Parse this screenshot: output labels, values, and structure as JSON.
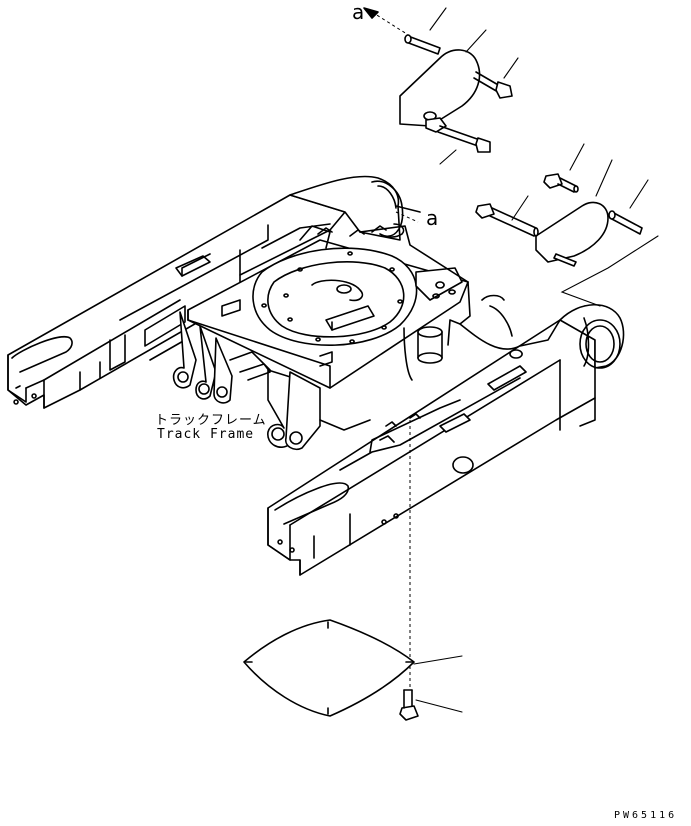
{
  "labels": {
    "part_jp": "トラックフレーム",
    "part_en": "Track Frame",
    "ref_mark_top": "a",
    "ref_mark_mid": "a",
    "drawing_number": "PW65116"
  },
  "colors": {
    "line": "#000000",
    "background": "#ffffff"
  }
}
